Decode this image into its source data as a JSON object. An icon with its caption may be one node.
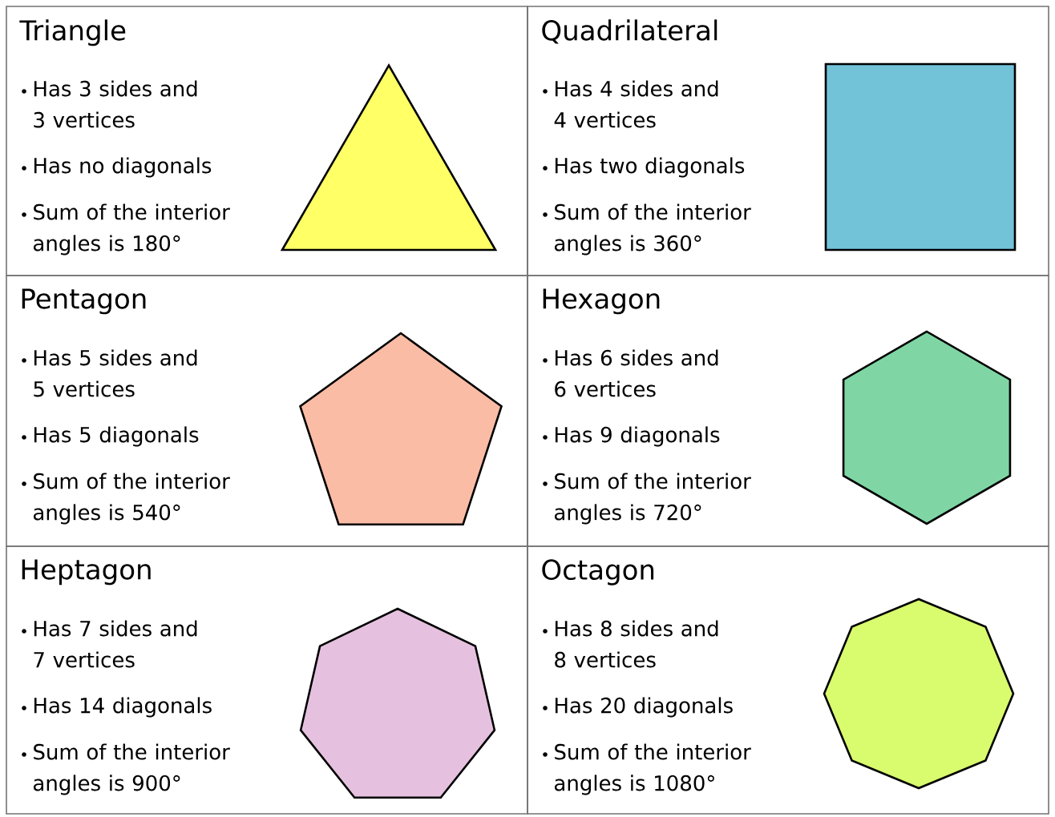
{
  "diagram": {
    "nodes": [
      {
        "text": [
          "Triangle",
          "Has 3 sides and 3 vertices",
          "Has no diagonals",
          "Sum of the interior angles is 180°"
        ]
      },
      {
        "text": [],
        "shape": "triangle",
        "in": 0
      },
      {
        "text": [
          "Quadrilateral",
          "Has 4 sides and 4 vertices",
          "Has two diagonals",
          "Sum of the interior angles is 360°"
        ]
      },
      {
        "text": [],
        "shape": "square",
        "in": 2
      },
      {
        "text": [
          "Pentagon",
          "Has 5 sides and 5 vertices",
          "Has 5 diagonals",
          "Sum of the interior angles is 540°"
        ]
      },
      {
        "text": [],
        "shape": "pentagon",
        "in": 4
      },
      {
        "text": [
          "Hexagon",
          "Has 6 sides and 6 vertices",
          "Has 9 diagonals",
          "Sum of the interior angles is 720°"
        ]
      },
      {
        "text": [],
        "shape": "hexagon",
        "in": 6
      },
      {
        "text": [
          "Heptagon",
          "Has 7 sides and 7 vertices",
          "Has 14 diagonals",
          "Sum of the interior angles is 900°"
        ]
      },
      {
        "text": [],
        "shape": "heptagon",
        "in": 8
      },
      {
        "text": [
          "Octagon",
          "Has 8 sides and 8 vertices",
          "Has 20 diagonals",
          "Sum of the interior angles is 1080°"
        ]
      },
      {
        "text": [],
        "shape": "octagon",
        "in": 10
      }
    ]
  }
}
